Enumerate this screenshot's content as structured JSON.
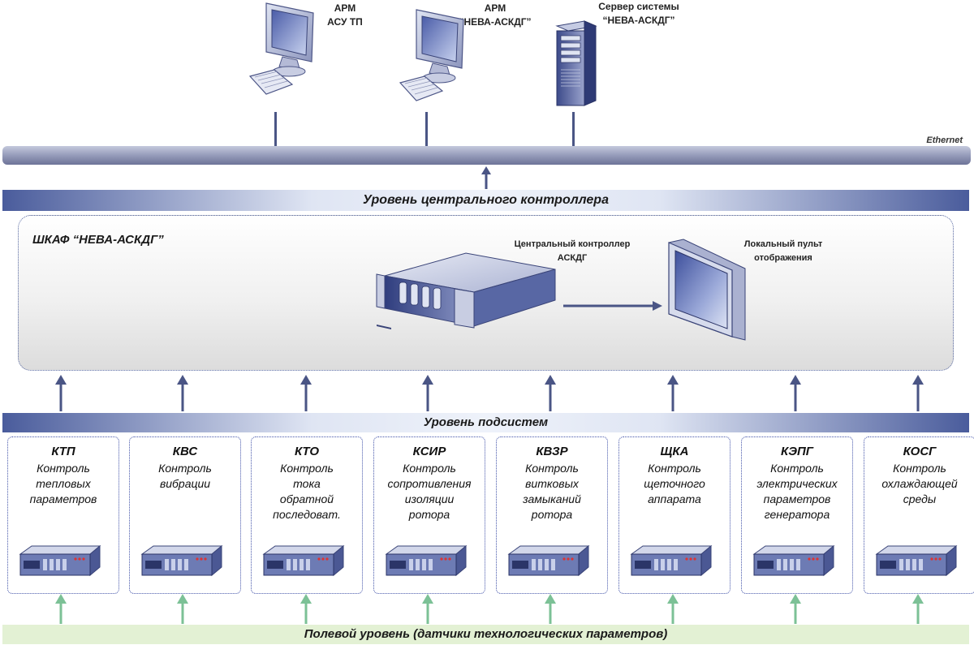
{
  "workstations": [
    {
      "id": "arm-asu-tp",
      "lines": [
        "АРМ",
        "АСУ ТП"
      ],
      "icon": "desktop-computer-icon"
    },
    {
      "id": "arm-neva",
      "lines": [
        "АРМ",
        "“НЕВА-АСКДГ”"
      ],
      "icon": "desktop-computer-icon"
    },
    {
      "id": "server",
      "lines": [
        "Сервер системы",
        "“НЕВА-АСКДГ”"
      ],
      "icon": "server-tower-icon"
    }
  ],
  "network": {
    "label": "Ethernet"
  },
  "levels": {
    "central": "Уровень центрального контроллера",
    "subsystems": "Уровень подсистем",
    "field": "Полевой уровень (датчики технологических параметров)"
  },
  "cabinet": {
    "title": "ШКАФ “НЕВА-АСКДГ”",
    "controller_lines": [
      "Центральный контроллер",
      "АСКДГ"
    ],
    "display_lines": [
      "Локальный пульт",
      "отображения"
    ]
  },
  "subsystems": [
    {
      "code": "КТП",
      "lines": [
        "Контроль",
        "тепловых",
        "параметров"
      ]
    },
    {
      "code": "КВС",
      "lines": [
        "Контроль",
        "вибрации"
      ]
    },
    {
      "code": "КТО",
      "lines": [
        "Контроль",
        "тока",
        "обратной",
        "последоват."
      ]
    },
    {
      "code": "КСИР",
      "lines": [
        "Контроль",
        "сопротивления",
        "изоляции",
        "ротора"
      ]
    },
    {
      "code": "КВЗР",
      "lines": [
        "Контроль",
        "витковых",
        "замыканий",
        "ротора"
      ]
    },
    {
      "code": "ЩКА",
      "lines": [
        "Контроль",
        "щеточного",
        "аппарата"
      ]
    },
    {
      "code": "КЭПГ",
      "lines": [
        "Контроль",
        "электрических",
        "параметров",
        "генератора"
      ]
    },
    {
      "code": "КОСГ",
      "lines": [
        "Контроль",
        "охлаждающей",
        "среды"
      ]
    }
  ],
  "colors": {
    "connector": "#4a5585",
    "field_arrow": "#7cc196",
    "bus": "#8a90b0",
    "level_bar_dark": "#4a5c9c",
    "field_bar": "#e3f1d4"
  }
}
